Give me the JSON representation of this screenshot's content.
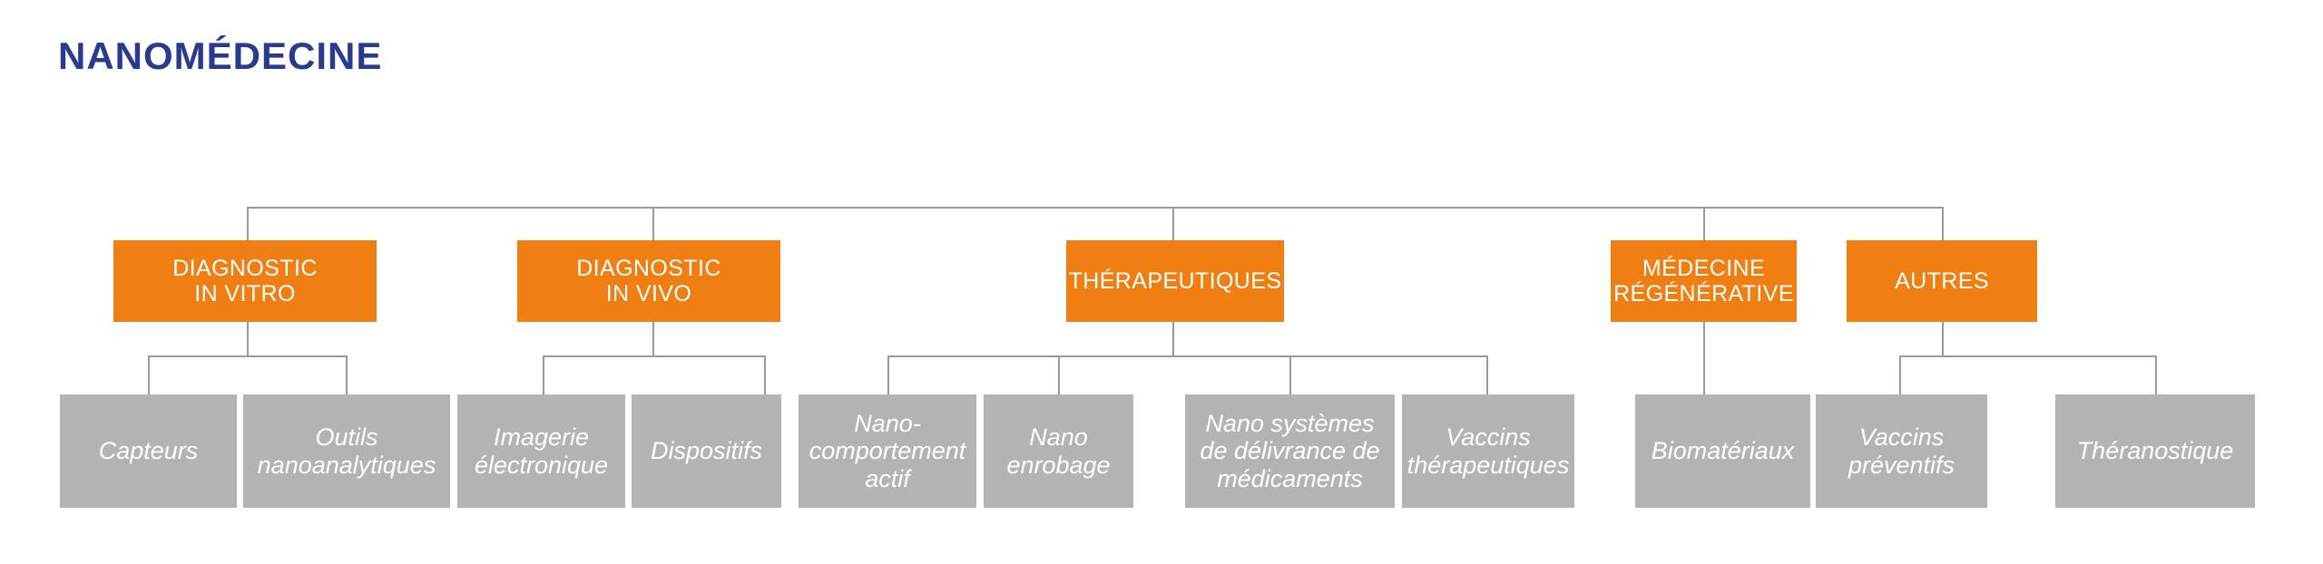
{
  "title": "NANOMÉDECINE",
  "colors": {
    "title": "#2a3b8f",
    "category": "#ef7f13",
    "leaf": "#b3b3b3",
    "connector": "#9a9a9a",
    "background": "#ffffff"
  },
  "diagram": {
    "type": "tree",
    "root_label": "NANOMÉDECINE",
    "categories": [
      {
        "id": "diagnostic-in-vitro",
        "label": "DIAGNOSTIC IN VITRO",
        "line1": "DIAGNOSTIC",
        "line2": "IN VITRO",
        "children": [
          {
            "id": "capteurs",
            "label": "Capteurs",
            "line1": "Capteurs",
            "line2": "",
            "line3": ""
          },
          {
            "id": "outils-nanoanalytiques",
            "label": "Outils nanoanalytiques",
            "line1": "Outils",
            "line2": "nanoanalytiques",
            "line3": ""
          }
        ]
      },
      {
        "id": "diagnostic-in-vivo",
        "label": "DIAGNOSTIC IN VIVO",
        "line1": "DIAGNOSTIC",
        "line2": "IN VIVO",
        "children": [
          {
            "id": "imagerie-electronique",
            "label": "Imagerie électronique",
            "line1": "Imagerie",
            "line2": "électronique",
            "line3": ""
          },
          {
            "id": "dispositifs",
            "label": "Dispositifs",
            "line1": "Dispositifs",
            "line2": "",
            "line3": ""
          }
        ]
      },
      {
        "id": "therapeutiques",
        "label": "THÉRAPEUTIQUES",
        "line1": "THÉRAPEUTIQUES",
        "line2": "",
        "children": [
          {
            "id": "nano-comportement-actif",
            "label": "Nano-comportement actif",
            "line1": "Nano-",
            "line2": "comportement",
            "line3": "actif"
          },
          {
            "id": "nano-enrobage",
            "label": "Nano enrobage",
            "line1": "Nano",
            "line2": "enrobage",
            "line3": ""
          },
          {
            "id": "nano-systemes-delivrance",
            "label": "Nano systèmes de délivrance de médicaments",
            "line1": "Nano systèmes",
            "line2": "de délivrance de",
            "line3": "médicaments"
          },
          {
            "id": "vaccins-therapeutiques",
            "label": "Vaccins thérapeutiques",
            "line1": "Vaccins",
            "line2": "thérapeutiques",
            "line3": ""
          }
        ]
      },
      {
        "id": "medecine-regenerative",
        "label": "MÉDECINE RÉGÉNÉRATIVE",
        "line1": "MÉDECINE",
        "line2": "RÉGÉNÉRATIVE",
        "children": [
          {
            "id": "biomateriaux",
            "label": "Biomatériaux",
            "line1": "Biomatériaux",
            "line2": "",
            "line3": ""
          }
        ]
      },
      {
        "id": "autres",
        "label": "AUTRES",
        "line1": "AUTRES",
        "line2": "",
        "children": [
          {
            "id": "vaccins-preventifs",
            "label": "Vaccins préventifs",
            "line1": "Vaccins",
            "line2": "préventifs",
            "line3": ""
          },
          {
            "id": "theranostique",
            "label": "Théranostique",
            "line1": "Théranostique",
            "line2": "",
            "line3": ""
          }
        ]
      }
    ]
  }
}
